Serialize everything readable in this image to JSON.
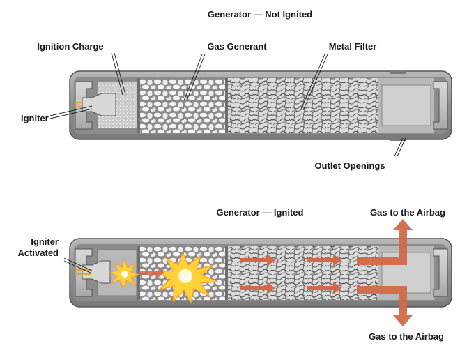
{
  "top": {
    "title": "Generator — Not Ignited",
    "labels": {
      "ignition_charge": "Ignition Charge",
      "gas_generant": "Gas Generant",
      "metal_filter": "Metal Filter",
      "igniter": "Igniter",
      "outlet_openings": "Outlet Openings"
    }
  },
  "bottom": {
    "title": "Generator — Ignited",
    "labels": {
      "igniter_activated_line1": "Igniter",
      "igniter_activated_line2": "Activated",
      "gas_to_airbag_top": "Gas to the Airbag",
      "gas_to_airbag_bottom": "Gas to the Airbag"
    }
  },
  "colors": {
    "housing": "#9a9a9a",
    "housing_dark": "#6e6e6e",
    "filter_wire": "#555555",
    "pellet": "#f2f2f2",
    "gas_arrow": "#d2694a",
    "spark": "#ffd23a",
    "igniter_pin": "#e0a23a"
  }
}
